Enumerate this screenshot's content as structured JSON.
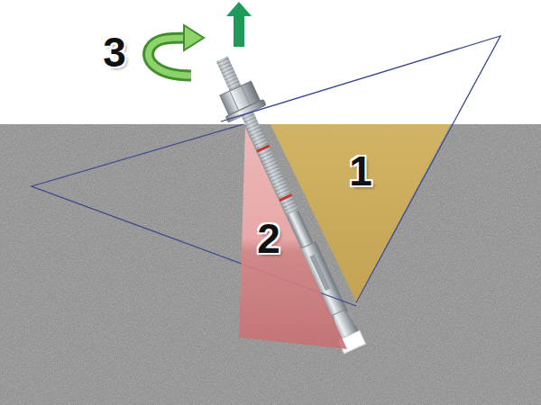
{
  "diagram": {
    "nodes": [
      {
        "text": [
          "1"
        ]
      },
      {
        "text": [
          "2"
        ]
      }
    ],
    "labels": [
      "3"
    ]
  }
}
